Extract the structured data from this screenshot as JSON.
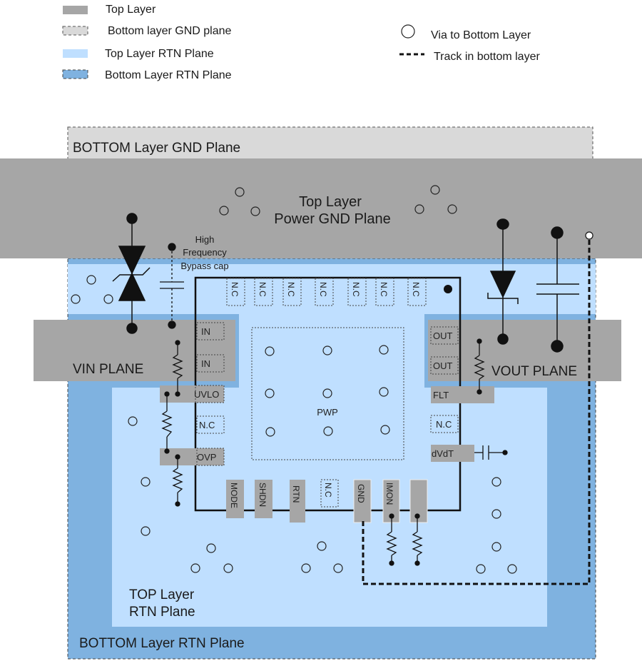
{
  "legend": {
    "top_layer": "Top Layer",
    "bottom_gnd": "Bottom layer GND plane",
    "top_rtn": "Top Layer RTN Plane",
    "bottom_rtn": "Bottom Layer RTN Plane",
    "via": "Via to Bottom Layer",
    "track": "Track in bottom layer"
  },
  "planes": {
    "bottom_gnd": "BOTTOM Layer GND Plane",
    "top_power_gnd_line1": "Top Layer",
    "top_power_gnd_line2": "Power GND Plane",
    "vin": "VIN PLANE",
    "vout": "VOUT PLANE",
    "top_rtn_line1": "TOP Layer",
    "top_rtn_line2": "RTN Plane",
    "bottom_rtn": "BOTTOM Layer RTN Plane"
  },
  "bypass": {
    "line1": "High",
    "line2": "Frequency",
    "line3": "Bypass cap"
  },
  "chip": {
    "pad_label": "PWP",
    "top_pins": [
      "N.C",
      "N.C",
      "N.C",
      "N.C",
      "N.C",
      "N.C",
      "N.C"
    ],
    "left_pins": [
      "IN",
      "IN",
      "UVLO",
      "N.C",
      "OVP"
    ],
    "right_pins": [
      "OUT",
      "OUT",
      "FLT",
      "N.C",
      "dVdT"
    ],
    "bottom_pins": [
      "MODE",
      "SHDN",
      "RTN",
      "N.C",
      "GND",
      "IMON",
      ""
    ]
  },
  "colors": {
    "top_layer": "#a6a6a6",
    "bottom_gnd": "#d9d9d9",
    "top_rtn": "#bfdfff",
    "bottom_rtn": "#7fb2e0"
  }
}
